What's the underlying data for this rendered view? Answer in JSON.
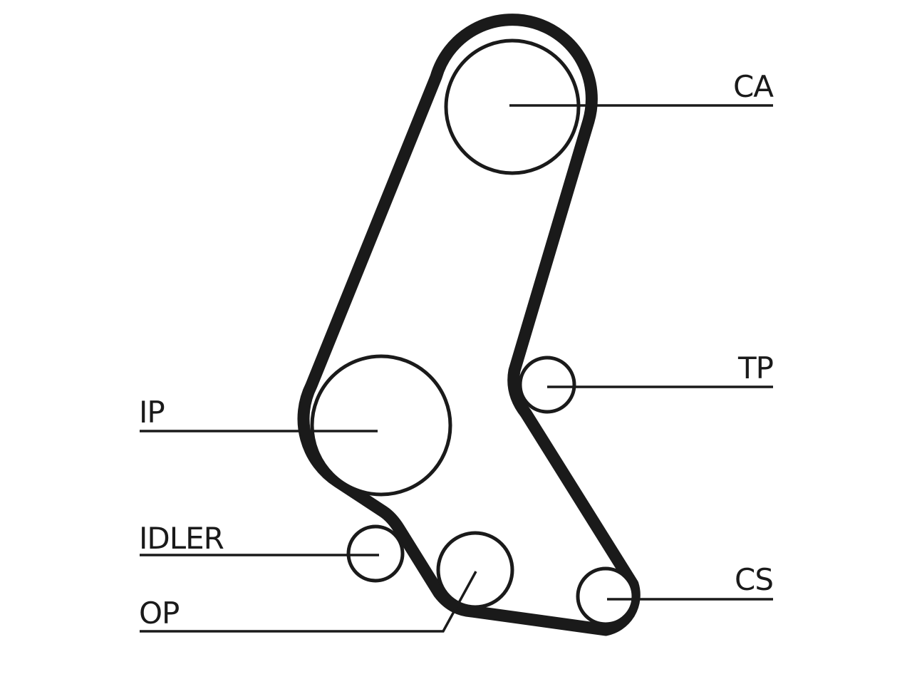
{
  "diagram": {
    "labels": {
      "ca": "CA",
      "tp": "TP",
      "ip": "IP",
      "idler": "IDLER",
      "op": "OP",
      "cs": "CS"
    },
    "colors": {
      "stroke": "#1a1a1a",
      "background": "#ffffff"
    }
  }
}
